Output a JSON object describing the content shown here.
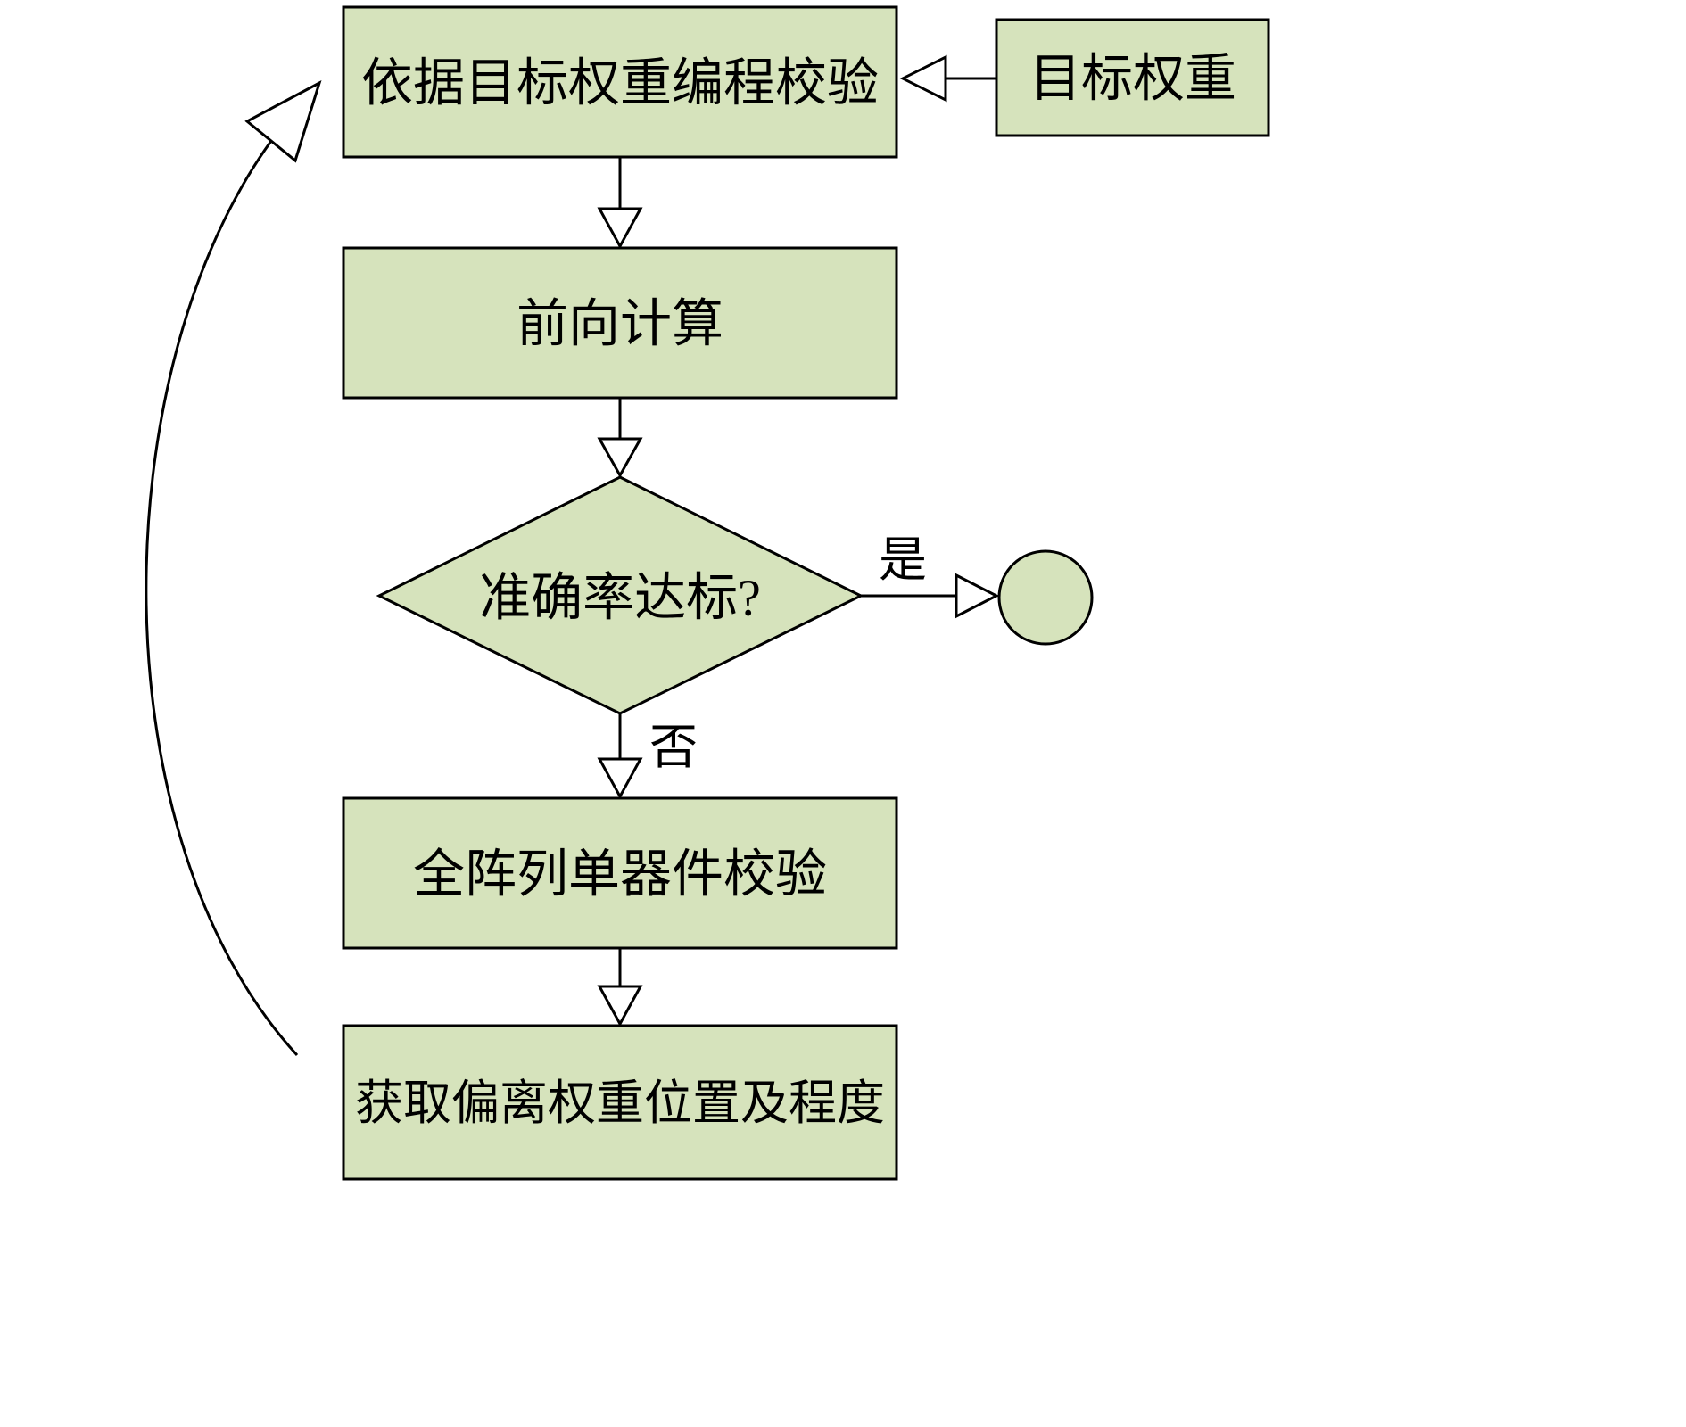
{
  "diagram": {
    "type": "flowchart",
    "nodes": {
      "program_verify": {
        "label": "依据目标权重编程校验",
        "shape": "rect"
      },
      "target_weight": {
        "label": "目标权重",
        "shape": "rect"
      },
      "forward_compute": {
        "label": "前向计算",
        "shape": "rect"
      },
      "accuracy_decision": {
        "label": "准确率达标?",
        "shape": "diamond"
      },
      "array_verify": {
        "label": "全阵列单器件校验",
        "shape": "rect"
      },
      "deviation_fetch": {
        "label": "获取偏离权重位置及程度",
        "shape": "rect"
      },
      "end_node": {
        "label": "",
        "shape": "circle"
      }
    },
    "edge_labels": {
      "yes": "是",
      "no": "否"
    },
    "edges": [
      {
        "from": "target_weight",
        "to": "program_verify",
        "label": ""
      },
      {
        "from": "program_verify",
        "to": "forward_compute",
        "label": ""
      },
      {
        "from": "forward_compute",
        "to": "accuracy_decision",
        "label": ""
      },
      {
        "from": "accuracy_decision",
        "to": "end_node",
        "label": "是"
      },
      {
        "from": "accuracy_decision",
        "to": "array_verify",
        "label": "否"
      },
      {
        "from": "array_verify",
        "to": "deviation_fetch",
        "label": ""
      },
      {
        "from": "deviation_fetch",
        "to": "program_verify",
        "label": ""
      }
    ]
  },
  "colors": {
    "node-fill": "#d6e3bc",
    "stroke": "#000000",
    "background": "#ffffff"
  }
}
